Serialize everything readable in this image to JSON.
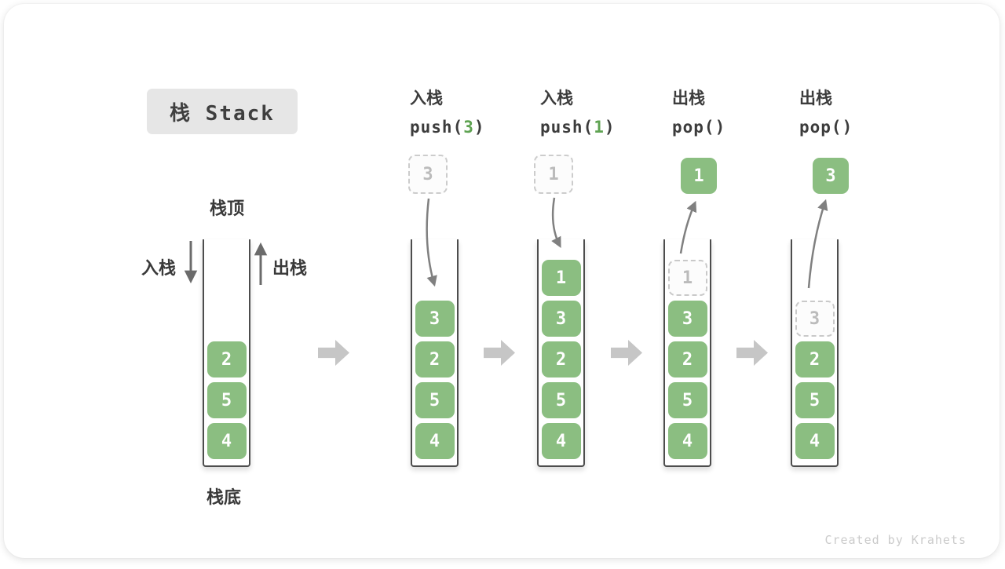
{
  "title": "栈 Stack",
  "side_labels": {
    "stack_top": "栈顶",
    "stack_bottom": "栈底",
    "push_side": "入栈",
    "pop_side": "出栈"
  },
  "operations": [
    {
      "name": "入栈",
      "code": {
        "pre": "push(",
        "arg": "3",
        "post": ")"
      }
    },
    {
      "name": "入栈",
      "code": {
        "pre": "push(",
        "arg": "1",
        "post": ")"
      }
    },
    {
      "name": "出栈",
      "code": {
        "pre": "pop(",
        "arg": "",
        "post": ")"
      }
    },
    {
      "name": "出栈",
      "code": {
        "pre": "pop(",
        "arg": "",
        "post": ")"
      }
    }
  ],
  "floating_boxes": [
    {
      "value": "3",
      "style": "dashed",
      "meaning": "element being pushed"
    },
    {
      "value": "1",
      "style": "dashed",
      "meaning": "element being pushed"
    },
    {
      "value": "1",
      "style": "solid",
      "meaning": "element popped"
    },
    {
      "value": "3",
      "style": "solid",
      "meaning": "element popped"
    }
  ],
  "stacks": [
    {
      "items": [
        {
          "value": "2"
        },
        {
          "value": "5"
        },
        {
          "value": "4"
        }
      ]
    },
    {
      "items": [
        {
          "value": "3"
        },
        {
          "value": "2"
        },
        {
          "value": "5"
        },
        {
          "value": "4"
        }
      ]
    },
    {
      "items": [
        {
          "value": "1"
        },
        {
          "value": "3"
        },
        {
          "value": "2"
        },
        {
          "value": "5"
        },
        {
          "value": "4"
        }
      ]
    },
    {
      "items": [
        {
          "value": "1",
          "ghost": true
        },
        {
          "value": "3"
        },
        {
          "value": "2"
        },
        {
          "value": "5"
        },
        {
          "value": "4"
        }
      ]
    },
    {
      "items": [
        {
          "value": "3",
          "ghost": true
        },
        {
          "value": "2"
        },
        {
          "value": "5"
        },
        {
          "value": "4"
        }
      ]
    }
  ],
  "watermark": "Created by Krahets",
  "colors": {
    "element_green": "#8BBE81",
    "code_arg_green": "#5FA352",
    "block_arrow_gray": "#C6C6C6",
    "thin_arrow_gray": "#808080",
    "text_dark": "#3C3C3C",
    "title_box_bg": "#E6E6E6"
  }
}
